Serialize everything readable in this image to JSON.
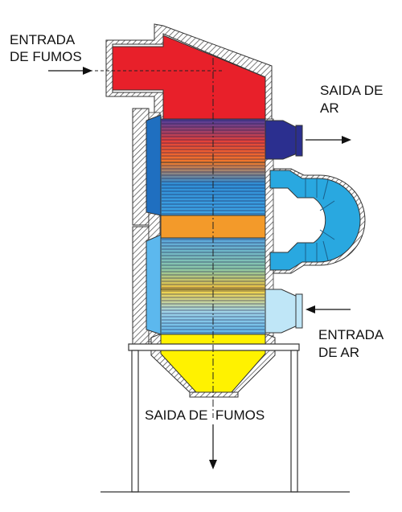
{
  "labels": {
    "smoke_in_line1": "ENTRADA",
    "smoke_in_line2": "DE FUMOS",
    "air_out_line1": "SAIDA DE",
    "air_out_line2": "AR",
    "air_in_line1": "ENTRADA",
    "air_in_line2": "DE AR",
    "smoke_out": "SAIDA DE  FUMOS"
  },
  "colors": {
    "smoke_hot": "#e8202a",
    "air_out_box": "#2b2f8f",
    "upper_side_box": "#1f6fc0",
    "mid_band": "#f39a2a",
    "lower_side_box": "#5cb8ee",
    "duct": "#29a8e0",
    "air_in_box": "#bfe6f7",
    "hopper": "#fff200",
    "casing_hatch": "#555555"
  }
}
